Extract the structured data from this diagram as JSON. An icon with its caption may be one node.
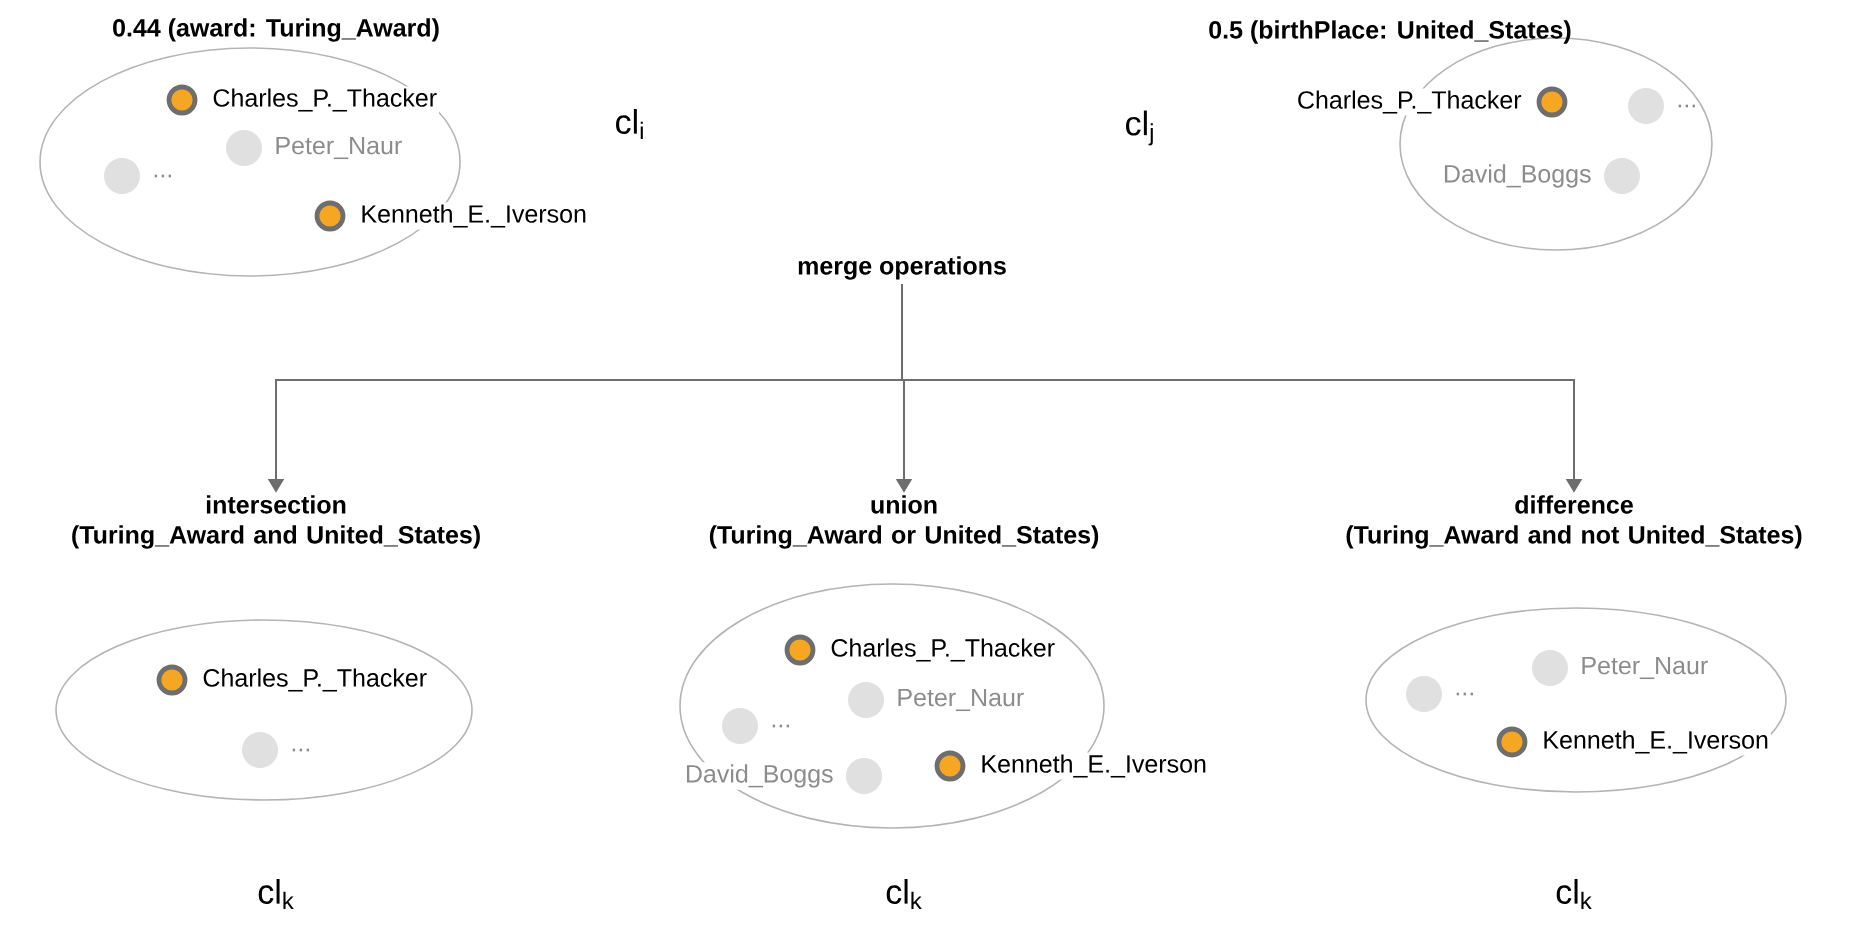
{
  "diagram": {
    "nodes": [
      {
        "text": [
          "0.44 (award: Turing_Award)"
        ]
      },
      {
        "text": [
          "Charles_P._Thacker"
        ],
        "in": 0
      },
      {
        "text": [
          "Peter_Naur"
        ],
        "in": 0
      },
      {
        "text": [
          "..."
        ],
        "in": 0
      },
      {
        "text": [
          "Kenneth_E._Iverson"
        ]
      },
      {
        "text": [
          "0.5 (birthPlace: United_States)"
        ]
      },
      {
        "text": [
          "Charles_P._Thacker"
        ]
      },
      {
        "text": [
          "..."
        ],
        "in": 5
      },
      {
        "text": [
          "David_Boggs"
        ],
        "in": 5
      },
      {
        "text": [
          "merge operations"
        ]
      },
      {
        "text": [
          "intersection (Turing_Award and United_States)"
        ],
        "beside": [
          "cl$_{k}$"
        ]
      },
      {
        "text": [
          "Charles_P._Thacker"
        ],
        "in": 10
      },
      {
        "text": [
          "..."
        ],
        "in": 10
      },
      {
        "text": [
          "union (Turing_Award or United_States)"
        ],
        "beside": [
          "cl$_{k}$"
        ]
      },
      {
        "text": [
          "Charles_P._Thacker"
        ],
        "in": 13
      },
      {
        "text": [
          "Peter_Naur"
        ],
        "in": 13
      },
      {
        "text": [
          "..."
        ],
        "in": 13
      },
      {
        "text": [
          "David_Boggs"
        ],
        "in": 13
      },
      {
        "text": [
          "Kenneth_E._Iverson"
        ]
      },
      {
        "text": [
          "difference (Turing_Award and not United_States)"
        ],
        "beside": [
          "cl$_{k}$"
        ]
      },
      {
        "text": [
          "..."
        ],
        "in": 19
      },
      {
        "text": [
          "Peter_Naur"
        ],
        "in": 19
      },
      {
        "text": [
          "Kenneth_E._Iverson"
        ],
        "in": 19
      }
    ],
    "edges": [
      {
        "from": 9,
        "to": 10,
        "arrow": "to"
      },
      {
        "from": 9,
        "to": 13,
        "arrow": "to"
      },
      {
        "from": 9,
        "to": 19,
        "arrow": "to"
      }
    ],
    "labels": [
      "cl$_{i}$",
      "cl$_{j}$"
    ]
  }
}
